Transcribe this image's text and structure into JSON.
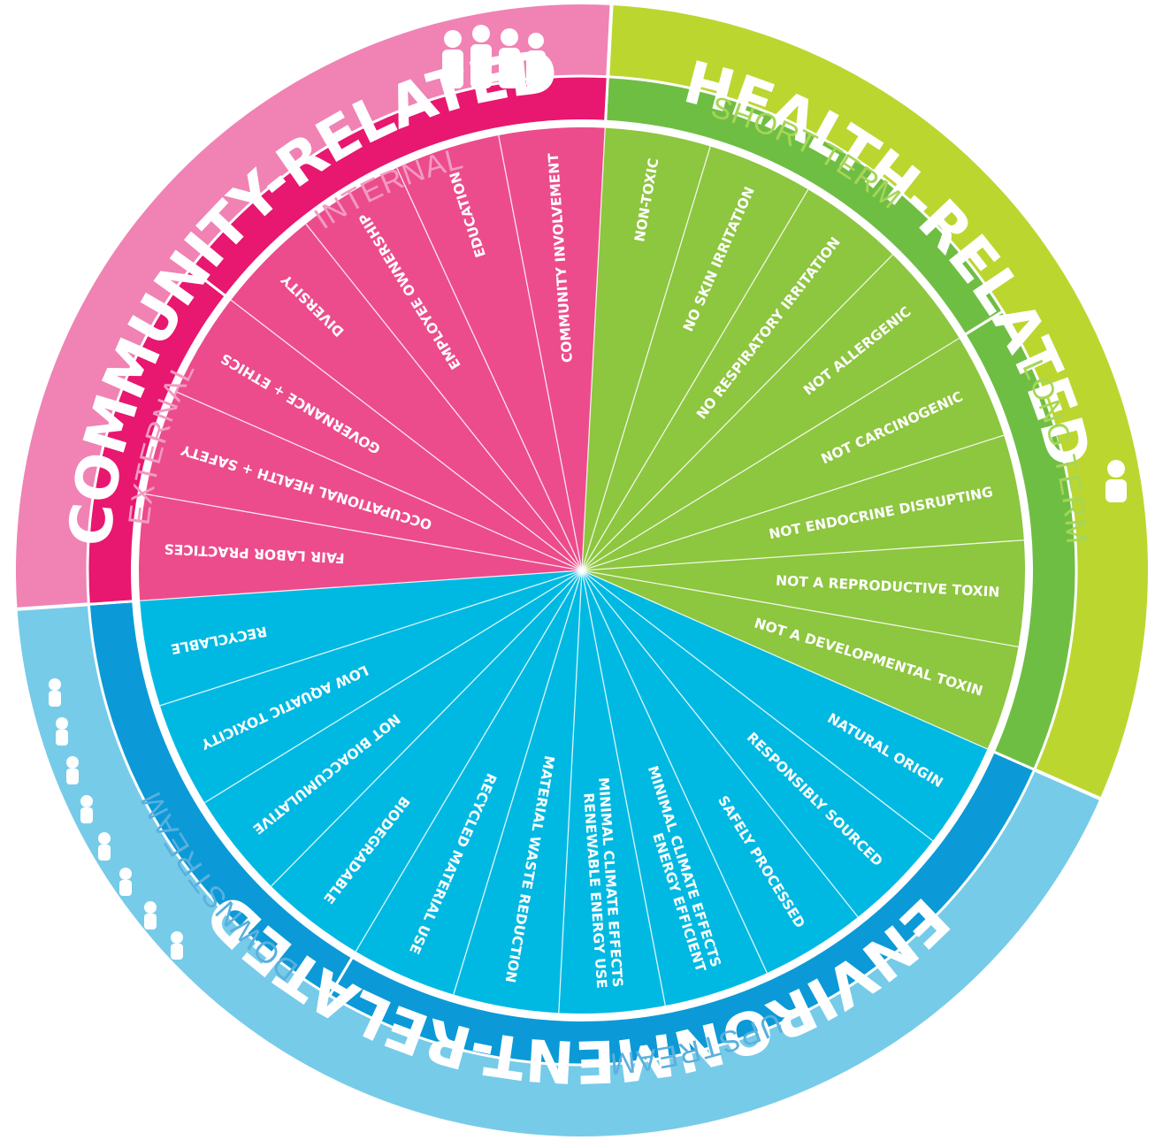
{
  "groups": [
    {
      "key": "community",
      "title": "COMMUNITY-RELATED",
      "colors": {
        "band": "#f083b4",
        "ring": "#e8176f",
        "slice": "#ec4c8c",
        "sub_text": "#f39ac2"
      }
    },
    {
      "key": "health",
      "title": "HEALTH-RELATED",
      "colors": {
        "band": "#bcd630",
        "ring": "#6fbe44",
        "slice": "#8dc63f",
        "sub_text": "#a6d656"
      }
    },
    {
      "key": "environment",
      "title": "ENVIRONMENT-RELATED",
      "colors": {
        "band": "#76cbe9",
        "ring": "#0b9ad7",
        "slice": "#00b9e2",
        "sub_text": "#5ab0de"
      }
    }
  ],
  "subcategories": [
    {
      "key": "internal",
      "label": "INTERNAL",
      "group": "community"
    },
    {
      "key": "external",
      "label": "EXTERNAL",
      "group": "community"
    },
    {
      "key": "short_term",
      "label": "SHORT TERM",
      "group": "health"
    },
    {
      "key": "long_term",
      "label": "LONG TERM",
      "group": "health"
    },
    {
      "key": "upstream",
      "label": "UPSTREAM",
      "group": "environment"
    },
    {
      "key": "downstream",
      "label": "DOWNSTREAM",
      "group": "environment"
    }
  ],
  "items": [
    {
      "label": "NON-TOXIC",
      "group": "health",
      "sub": "short_term"
    },
    {
      "label": "NO SKIN IRRITATION",
      "group": "health",
      "sub": "short_term"
    },
    {
      "label": "NO RESPIRATORY IRRITATION",
      "group": "health",
      "sub": "short_term"
    },
    {
      "label": "NOT ALLERGENIC",
      "group": "health",
      "sub": "short_term"
    },
    {
      "label": "NOT CARCINOGENIC",
      "group": "health",
      "sub": "long_term"
    },
    {
      "label": "NOT ENDOCRINE DISRUPTING",
      "group": "health",
      "sub": "long_term"
    },
    {
      "label": "NOT A REPRODUCTIVE TOXIN",
      "group": "health",
      "sub": "long_term"
    },
    {
      "label": "NOT A DEVELOPMENTAL TOXIN",
      "group": "health",
      "sub": "long_term"
    },
    {
      "label": "NATURAL ORIGIN",
      "group": "environment",
      "sub": "upstream"
    },
    {
      "label": "RESPONSIBLY SOURCED",
      "group": "environment",
      "sub": "upstream"
    },
    {
      "label": "SAFELY PROCESSED",
      "group": "environment",
      "sub": "upstream"
    },
    {
      "label": "MINIMAL CLIMATE EFFECTS\nENERGY EFFICIENT",
      "group": "environment",
      "sub": "upstream"
    },
    {
      "label": "MINIMAL CLIMATE EFFECTS\nRENEWABLE ENERGY USE",
      "group": "environment",
      "sub": "upstream"
    },
    {
      "label": "MATERIAL WASTE REDUCTION",
      "group": "environment",
      "sub": "upstream"
    },
    {
      "label": "RECYCLED MATERIAL USE",
      "group": "environment",
      "sub": "upstream"
    },
    {
      "label": "BIODEGRADABLE",
      "group": "environment",
      "sub": "downstream"
    },
    {
      "label": "NOT BIOACCUMULATIVE",
      "group": "environment",
      "sub": "downstream"
    },
    {
      "label": "LOW AQUATIC TOXICITY",
      "group": "environment",
      "sub": "downstream"
    },
    {
      "label": "RECYCLABLE",
      "group": "environment",
      "sub": "downstream"
    },
    {
      "label": "FAIR LABOR PRACTICES",
      "group": "community",
      "sub": "external"
    },
    {
      "label": "OCCUPATIONAL HEALTH + SAFETY",
      "group": "community",
      "sub": "external"
    },
    {
      "label": "GOVERNANCE + ETHICS",
      "group": "community",
      "sub": "external"
    },
    {
      "label": "DIVERSITY",
      "group": "community",
      "sub": "internal"
    },
    {
      "label": "EMPLOYEE OWNERSHIP",
      "group": "community",
      "sub": "internal"
    },
    {
      "label": "EDUCATION",
      "group": "community",
      "sub": "internal"
    },
    {
      "label": "COMMUNITY INVOLVEMENT",
      "group": "community",
      "sub": "internal"
    }
  ]
}
